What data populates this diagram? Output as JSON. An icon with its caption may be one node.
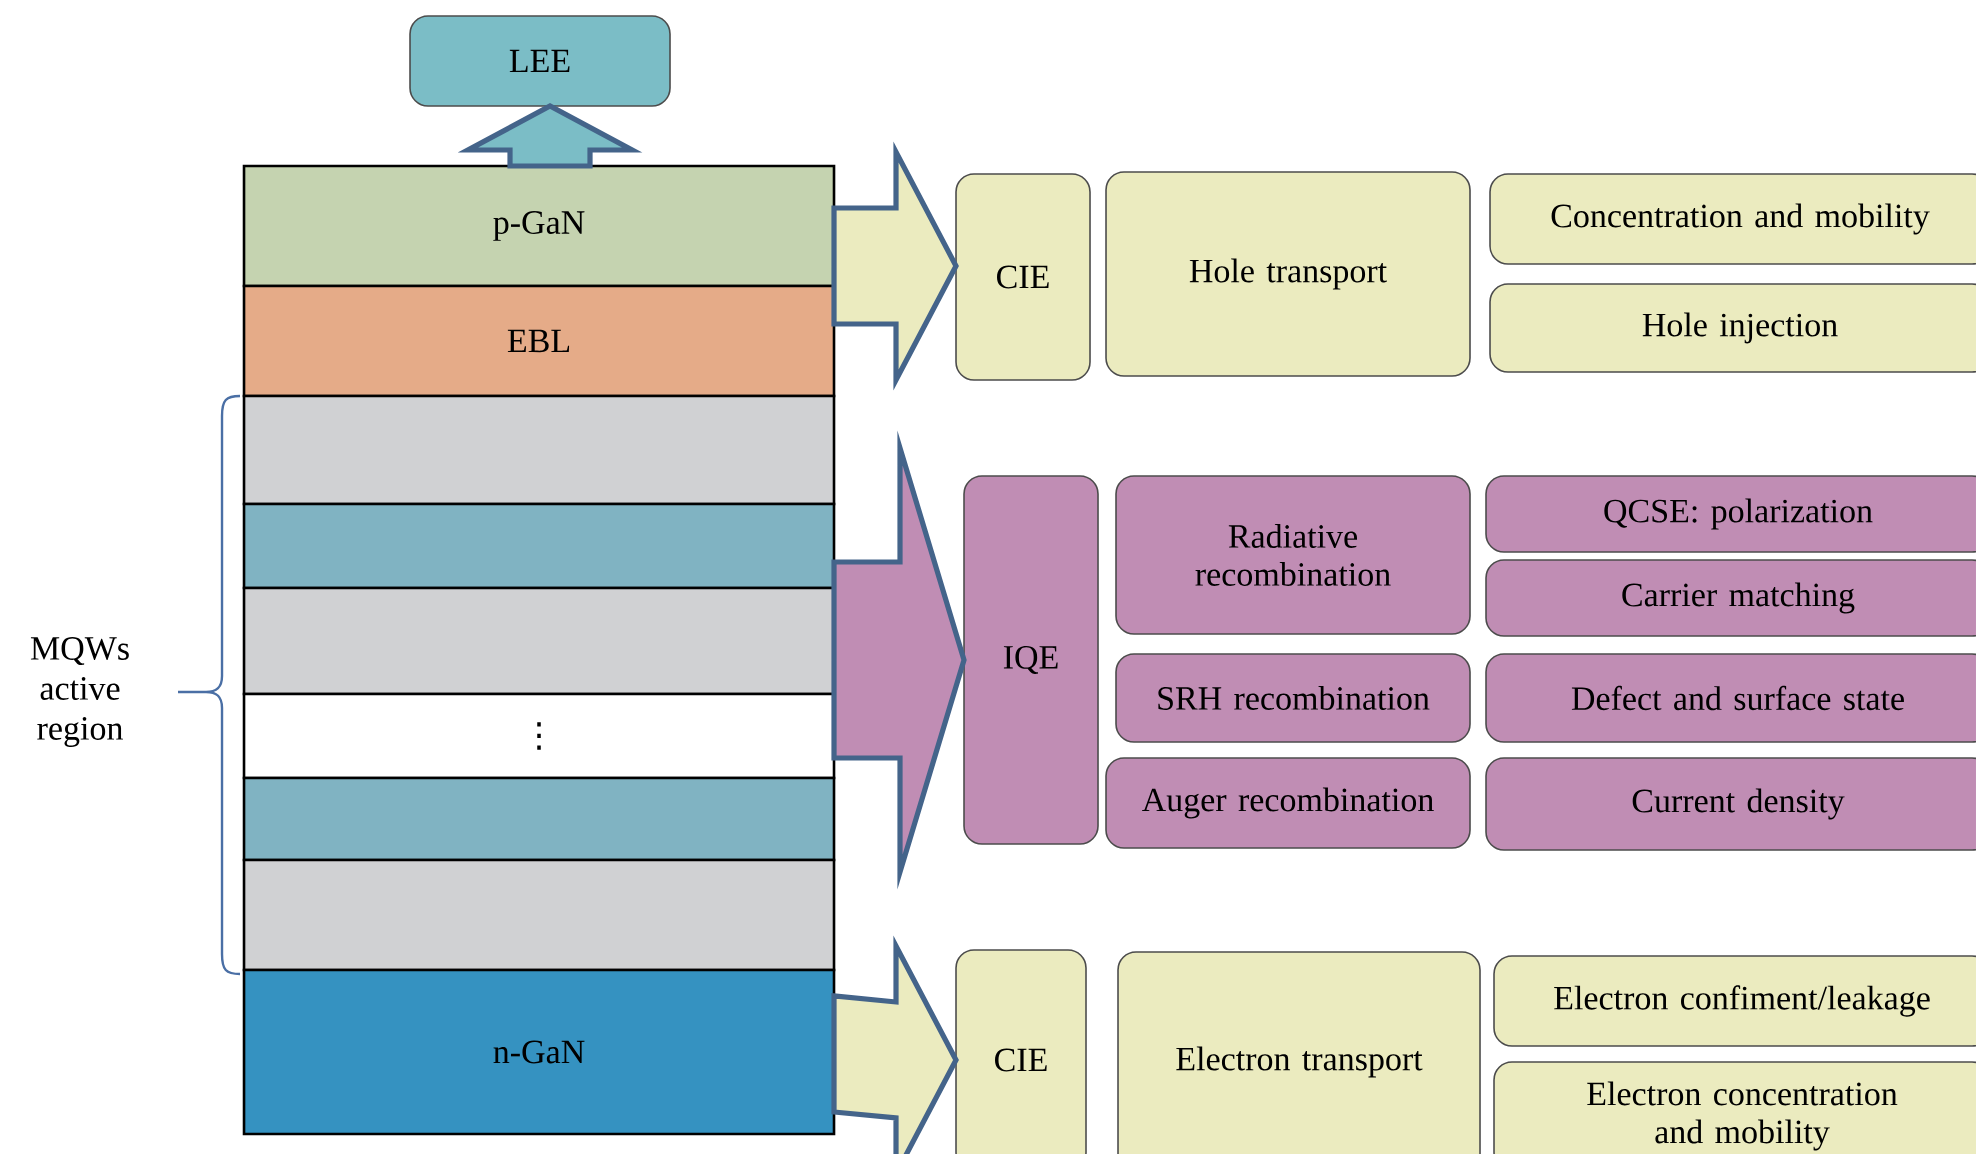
{
  "diagram": {
    "nodes": [
      {
        "text": [
          "LEE"
        ]
      },
      {
        "text": [
          "p-GaN"
        ]
      },
      {
        "text": [
          "EBL"
        ]
      },
      {
        "text": [],
        "shape": "box"
      },
      {
        "text": [],
        "shape": "box"
      },
      {
        "text": [],
        "shape": "box"
      },
      {
        "text": [
          "⋮"
        ]
      },
      {
        "text": [],
        "shape": "box"
      },
      {
        "text": [],
        "shape": "box"
      },
      {
        "text": [
          "n-GaN"
        ]
      },
      {
        "text": [
          "CIE"
        ]
      },
      {
        "text": [
          "Hole transport"
        ]
      },
      {
        "text": [
          "Concentration and mobility"
        ]
      },
      {
        "text": [
          "Hole injection"
        ]
      },
      {
        "text": [
          "IQE"
        ]
      },
      {
        "text": [
          "Radiative recombination"
        ]
      },
      {
        "text": [
          "SRH recombination"
        ]
      },
      {
        "text": [
          "Auger recombination"
        ]
      },
      {
        "text": [
          "QCSE: polarization"
        ]
      },
      {
        "text": [
          "Carrier matching"
        ]
      },
      {
        "text": [
          "Defect and surface state"
        ]
      },
      {
        "text": [
          "Current density"
        ]
      },
      {
        "text": [
          "CIE"
        ]
      },
      {
        "text": [
          "Electron transport"
        ]
      },
      {
        "text": [
          "Electron confiment/leakage"
        ]
      },
      {
        "text": [
          "Electron concentration and mobility"
        ]
      }
    ],
    "edges": [
      {
        "from": 1,
        "to": 0,
        "arrow": "to"
      },
      {
        "from": 1,
        "to": 10,
        "arrow": "to"
      },
      {
        "from": 5,
        "to": 14,
        "arrow": "to"
      },
      {
        "from": 9,
        "to": 22,
        "arrow": "to"
      }
    ],
    "labels": [
      "MQWs active region"
    ]
  }
}
